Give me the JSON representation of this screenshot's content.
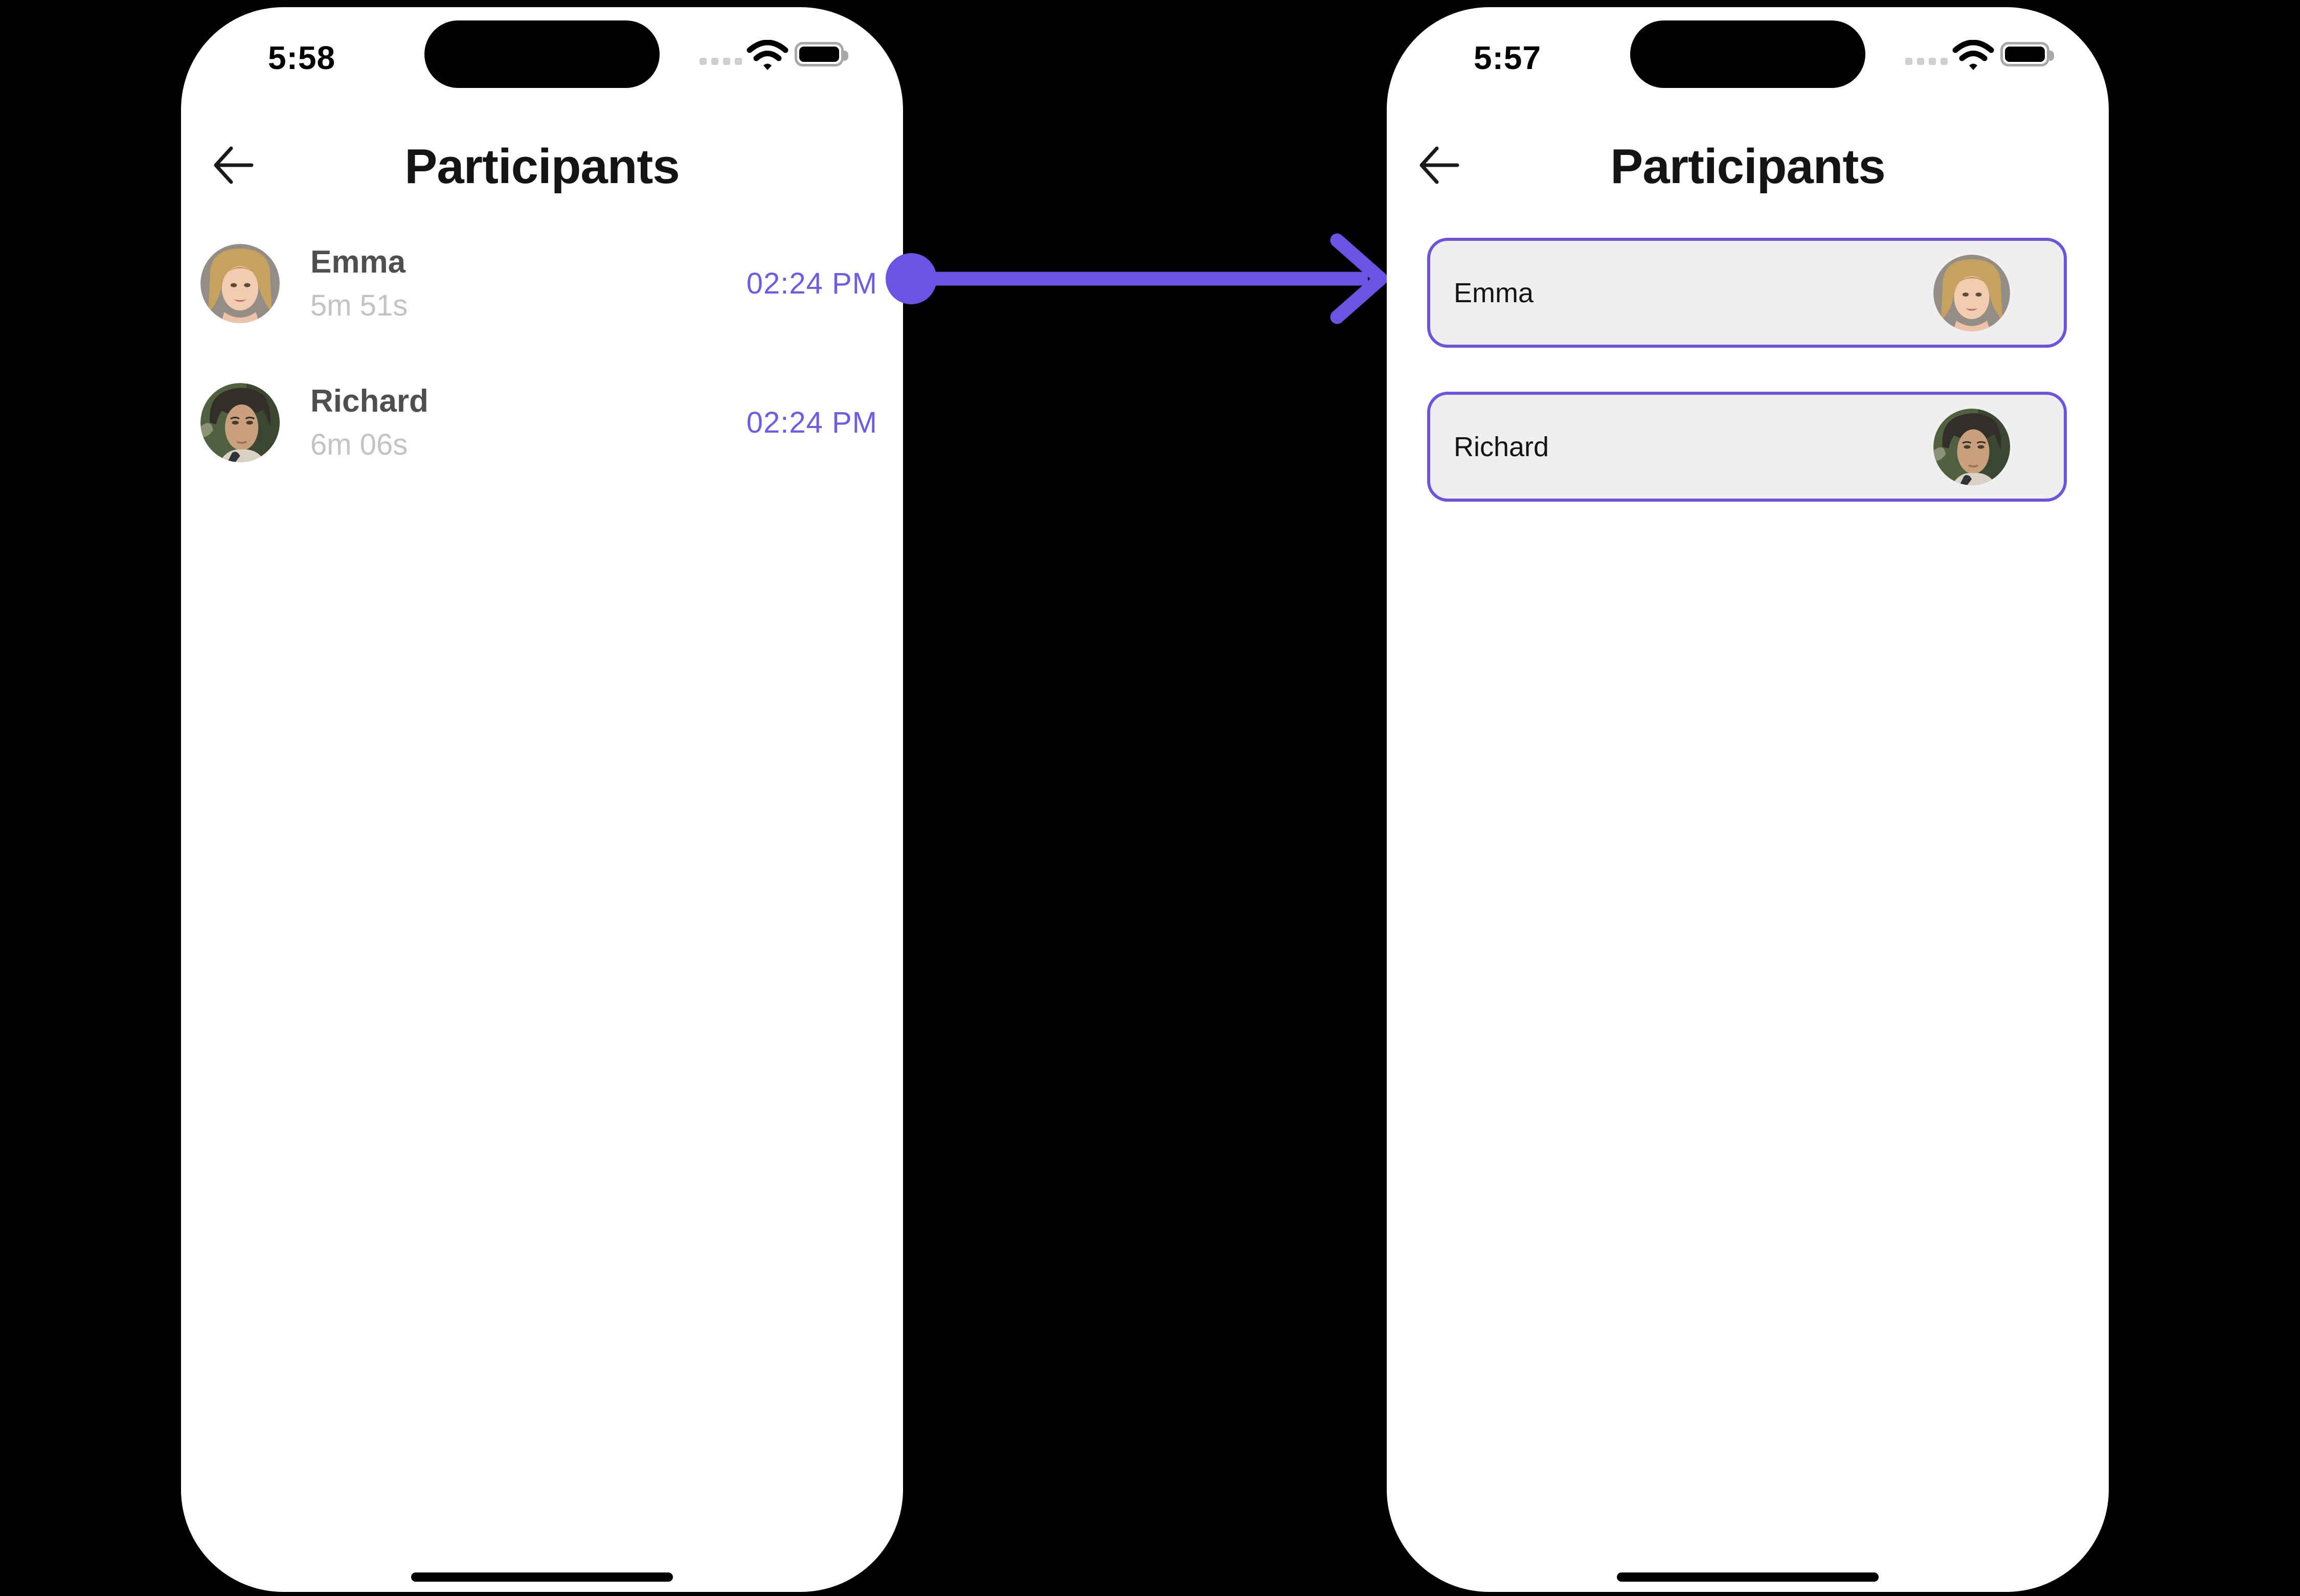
{
  "colors": {
    "bg": "#000000",
    "phone": "#ffffff",
    "accent": "#6C5CE7",
    "arrow": "#6A54E4",
    "box-border": "#6E53DF",
    "box-fill": "#EFEFEF",
    "title": "#141414",
    "name": "#4F4F4F",
    "muted": "#C3C3C3",
    "status-dot": "#CFCFCF",
    "battery-outline": "#A8A8A8",
    "label": "#141414"
  },
  "left_phone": {
    "status_time": "5:58",
    "title": "Participants",
    "participants": [
      {
        "name": "Emma",
        "duration": "5m 51s",
        "time": "02:24 PM"
      },
      {
        "name": "Richard",
        "duration": "6m 06s",
        "time": "02:24 PM"
      }
    ]
  },
  "right_phone": {
    "status_time": "5:57",
    "title": "Participants",
    "participants": [
      {
        "name": "Emma"
      },
      {
        "name": "Richard"
      }
    ]
  },
  "icons": {
    "back_arrow": "←",
    "wifi": "wifi-icon",
    "cellular": "cellular-dots-icon",
    "battery": "battery-full-icon",
    "flow_arrow": "left-screen-to-right-screen"
  }
}
